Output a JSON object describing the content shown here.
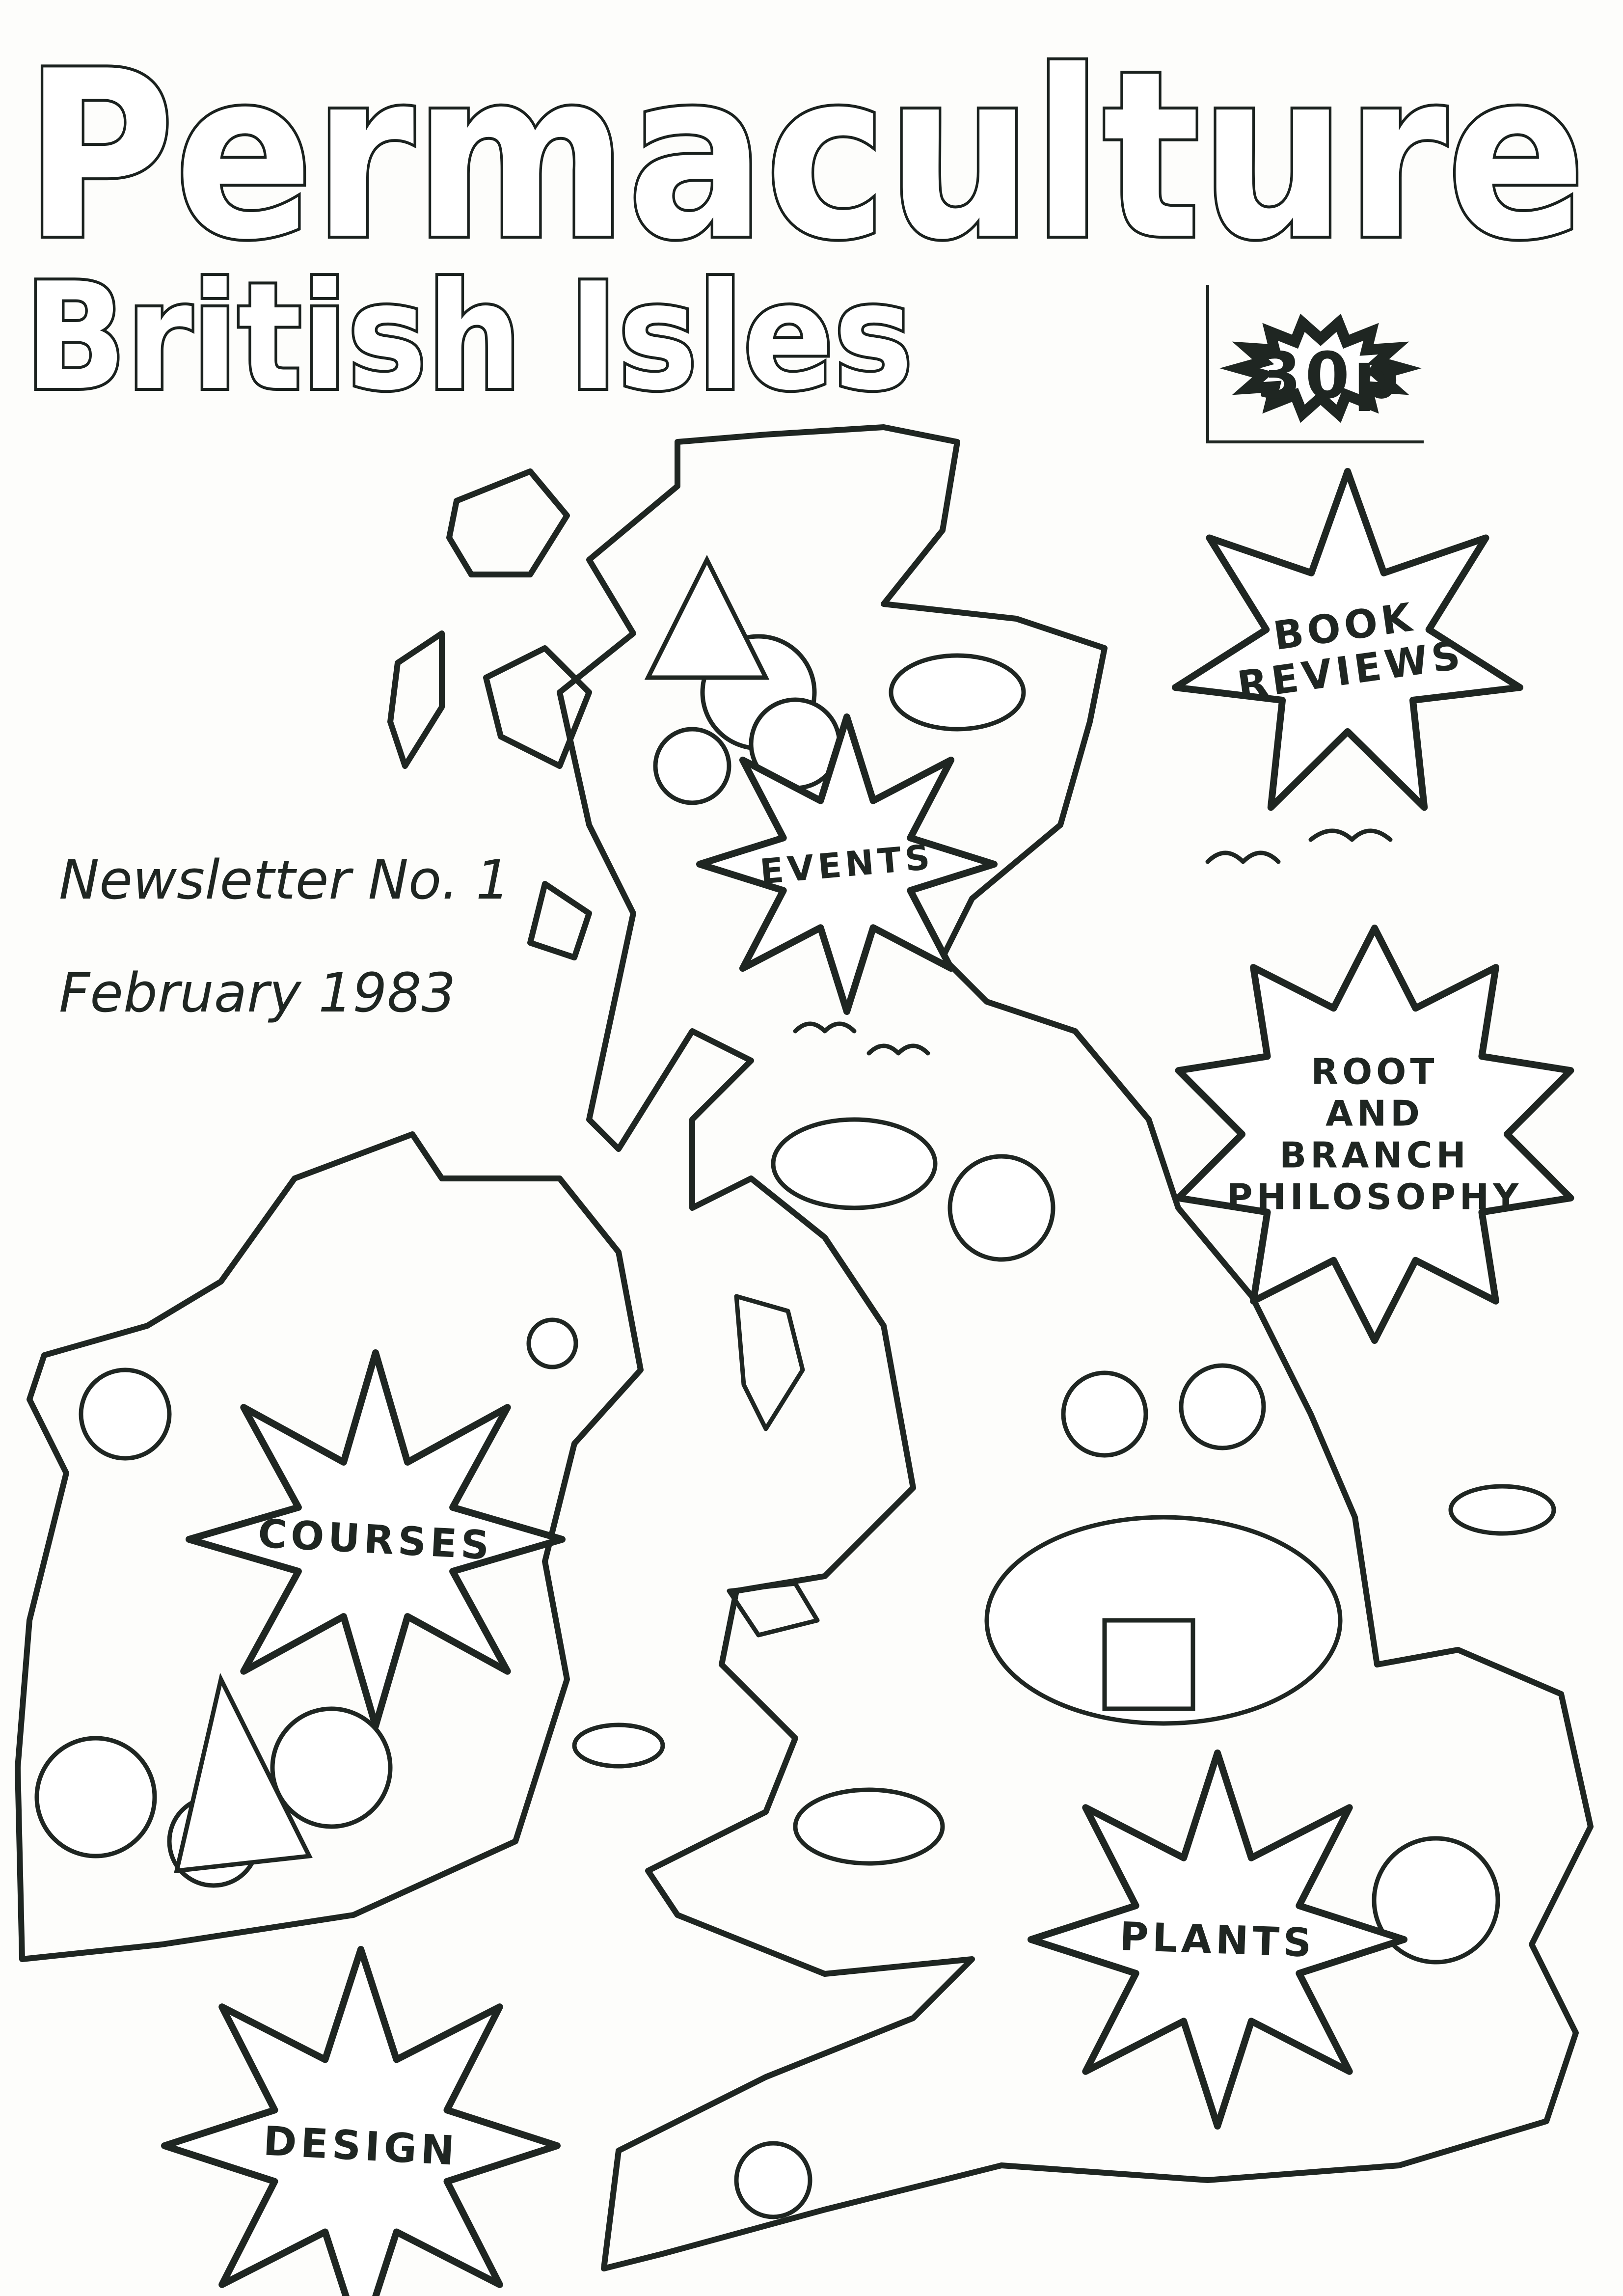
{
  "masthead": {
    "title": "Permaculture",
    "subtitle": "British Isles"
  },
  "price": {
    "label": "30p"
  },
  "issue": {
    "number": "Newsletter No. 1",
    "date": "February 1983"
  },
  "sections": [
    {
      "id": "book-reviews",
      "lines": [
        "BOOK",
        "REVIEWS"
      ]
    },
    {
      "id": "events",
      "lines": [
        "EVENTS"
      ]
    },
    {
      "id": "root-and-branch",
      "lines": [
        "ROOT",
        "AND",
        "BRANCH",
        "PHILOSOPHY"
      ]
    },
    {
      "id": "courses",
      "lines": [
        "COURSES"
      ]
    },
    {
      "id": "plants",
      "lines": [
        "PLANTS"
      ]
    },
    {
      "id": "design",
      "lines": [
        "DESIGN"
      ]
    }
  ],
  "colors": {
    "ink": "#1f2622",
    "paper": "#fdfdfb"
  }
}
